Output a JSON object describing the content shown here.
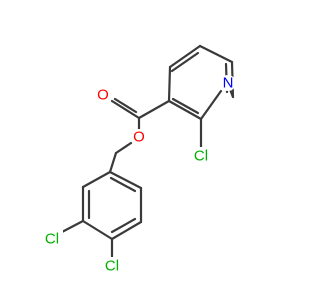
{
  "molecule": {
    "atoms": {
      "carbonyl_oxygen": {
        "symbol": "O",
        "color": "#ff0000"
      },
      "ester_oxygen": {
        "symbol": "O",
        "color": "#ff0000"
      },
      "pyridine_nitrogen": {
        "symbol": "N",
        "color": "#0000ff"
      },
      "pyridine_chlorine": {
        "symbol": "Cl",
        "color": "#00b000"
      },
      "benzene_chlorine_3": {
        "symbol": "Cl",
        "color": "#00b000"
      },
      "benzene_chlorine_4": {
        "symbol": "Cl",
        "color": "#00b000"
      }
    },
    "bond_color": "#3a3a3a"
  }
}
